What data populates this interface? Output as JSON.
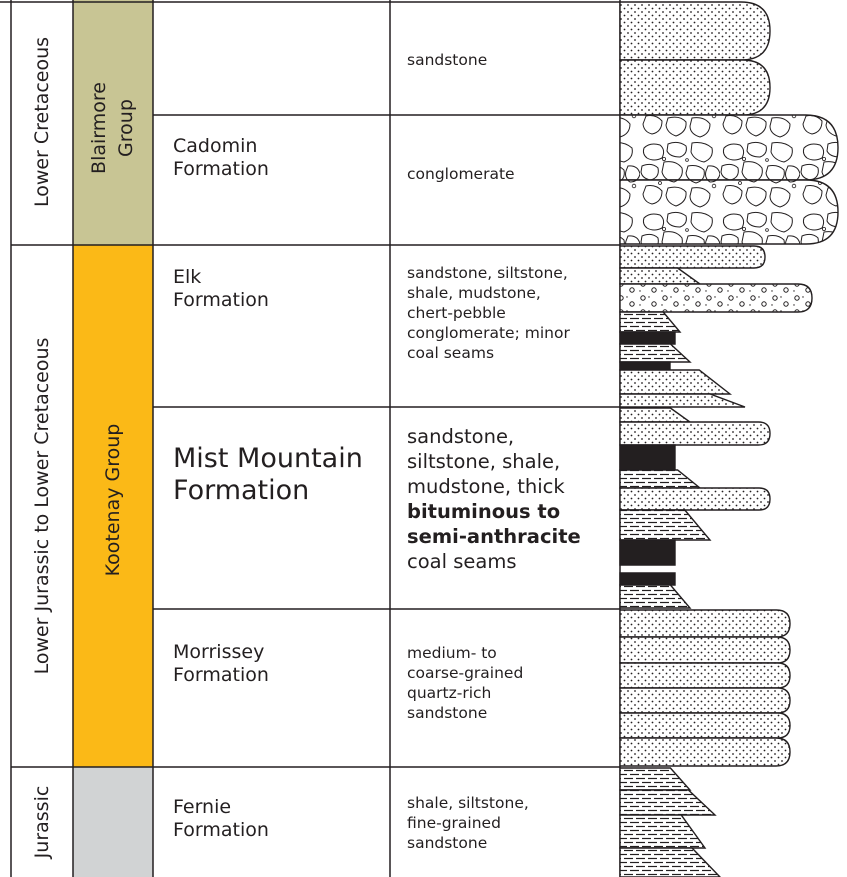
{
  "periods": [
    {
      "id": "lower-cretaceous",
      "label": "Lower Cretaceous"
    },
    {
      "id": "lower-jurassic-to-lower-cretaceous",
      "label": "Lower Jurassic to Lower Cretaceous"
    },
    {
      "id": "jurassic",
      "label": "Jurassic"
    }
  ],
  "groups": [
    {
      "id": "blairmore",
      "line1": "Blairmore",
      "line2": "Group",
      "color": "#c8c594"
    },
    {
      "id": "kootenay",
      "label": "Kootenay Group",
      "color": "#fbb917"
    },
    {
      "id": "fernie-group",
      "label": "",
      "color": "#d1d3d4"
    }
  ],
  "formations": [
    {
      "id": "blairmore-upper",
      "name": "",
      "lithology": "sandstone"
    },
    {
      "id": "cadomin",
      "name_lines": [
        "Cadomin",
        "Formation"
      ],
      "lithology": "conglomerate"
    },
    {
      "id": "elk",
      "name_lines": [
        "Elk",
        "Formation"
      ],
      "lithology_lines": [
        "sandstone, siltstone,",
        "shale, mudstone,",
        "chert-pebble",
        "conglomerate; minor",
        "coal seams"
      ]
    },
    {
      "id": "mist-mountain",
      "name_lines": [
        "Mist Mountain",
        "Formation"
      ],
      "lithology_lines": [
        "sandstone,",
        "siltstone, shale,",
        "mudstone, thick"
      ],
      "lithology_bold_lines": [
        "bituminous to",
        "semi-anthracite"
      ],
      "lithology_tail": "coal seams"
    },
    {
      "id": "morrissey",
      "name_lines": [
        "Morrissey",
        "Formation"
      ],
      "lithology_lines": [
        "medium- to",
        "coarse-grained",
        "quartz-rich",
        "sandstone"
      ]
    },
    {
      "id": "fernie",
      "name_lines": [
        "Fernie",
        "Formation"
      ],
      "lithology_lines": [
        "shale, siltstone,",
        "fine-grained",
        "sandstone"
      ]
    }
  ],
  "column_layers": [
    {
      "id": "ss-1",
      "lithology": "sandstone"
    },
    {
      "id": "ss-2",
      "lithology": "sandstone"
    },
    {
      "id": "cg-1",
      "lithology": "conglomerate"
    },
    {
      "id": "cg-2",
      "lithology": "conglomerate"
    },
    {
      "id": "elk-ss-1",
      "lithology": "sandstone"
    },
    {
      "id": "elk-ss-2",
      "lithology": "sandstone"
    },
    {
      "id": "elk-cpc",
      "lithology": "chert-pebble conglomerate"
    },
    {
      "id": "elk-sh-1",
      "lithology": "shale"
    },
    {
      "id": "elk-coal-1",
      "lithology": "coal"
    },
    {
      "id": "elk-sh-2",
      "lithology": "shale"
    },
    {
      "id": "elk-coal-2",
      "lithology": "coal"
    },
    {
      "id": "elk-ss-3",
      "lithology": "sandstone"
    },
    {
      "id": "elk-ss-4",
      "lithology": "sandstone"
    },
    {
      "id": "mm-ss-1",
      "lithology": "sandstone"
    },
    {
      "id": "mm-ss-2",
      "lithology": "sandstone"
    },
    {
      "id": "mm-coal-1",
      "lithology": "coal"
    },
    {
      "id": "mm-sh-1",
      "lithology": "shale"
    },
    {
      "id": "mm-ss-3",
      "lithology": "sandstone"
    },
    {
      "id": "mm-sh-2",
      "lithology": "shale"
    },
    {
      "id": "mm-coal-2",
      "lithology": "coal"
    },
    {
      "id": "mm-coal-3",
      "lithology": "coal"
    },
    {
      "id": "mm-sh-3",
      "lithology": "shale"
    },
    {
      "id": "mo-ss-1",
      "lithology": "sandstone"
    },
    {
      "id": "mo-ss-2",
      "lithology": "sandstone"
    },
    {
      "id": "mo-ss-3",
      "lithology": "sandstone"
    },
    {
      "id": "mo-ss-4",
      "lithology": "sandstone"
    },
    {
      "id": "mo-ss-5",
      "lithology": "sandstone"
    },
    {
      "id": "mo-ss-6",
      "lithology": "sandstone"
    },
    {
      "id": "fe-sh-1",
      "lithology": "shale"
    },
    {
      "id": "fe-sh-2",
      "lithology": "shale"
    },
    {
      "id": "fe-sh-3",
      "lithology": "shale"
    },
    {
      "id": "fe-sh-4",
      "lithology": "shale"
    }
  ],
  "colors": {
    "line": "#231f20",
    "background": "#ffffff",
    "coal": "#231f20"
  }
}
